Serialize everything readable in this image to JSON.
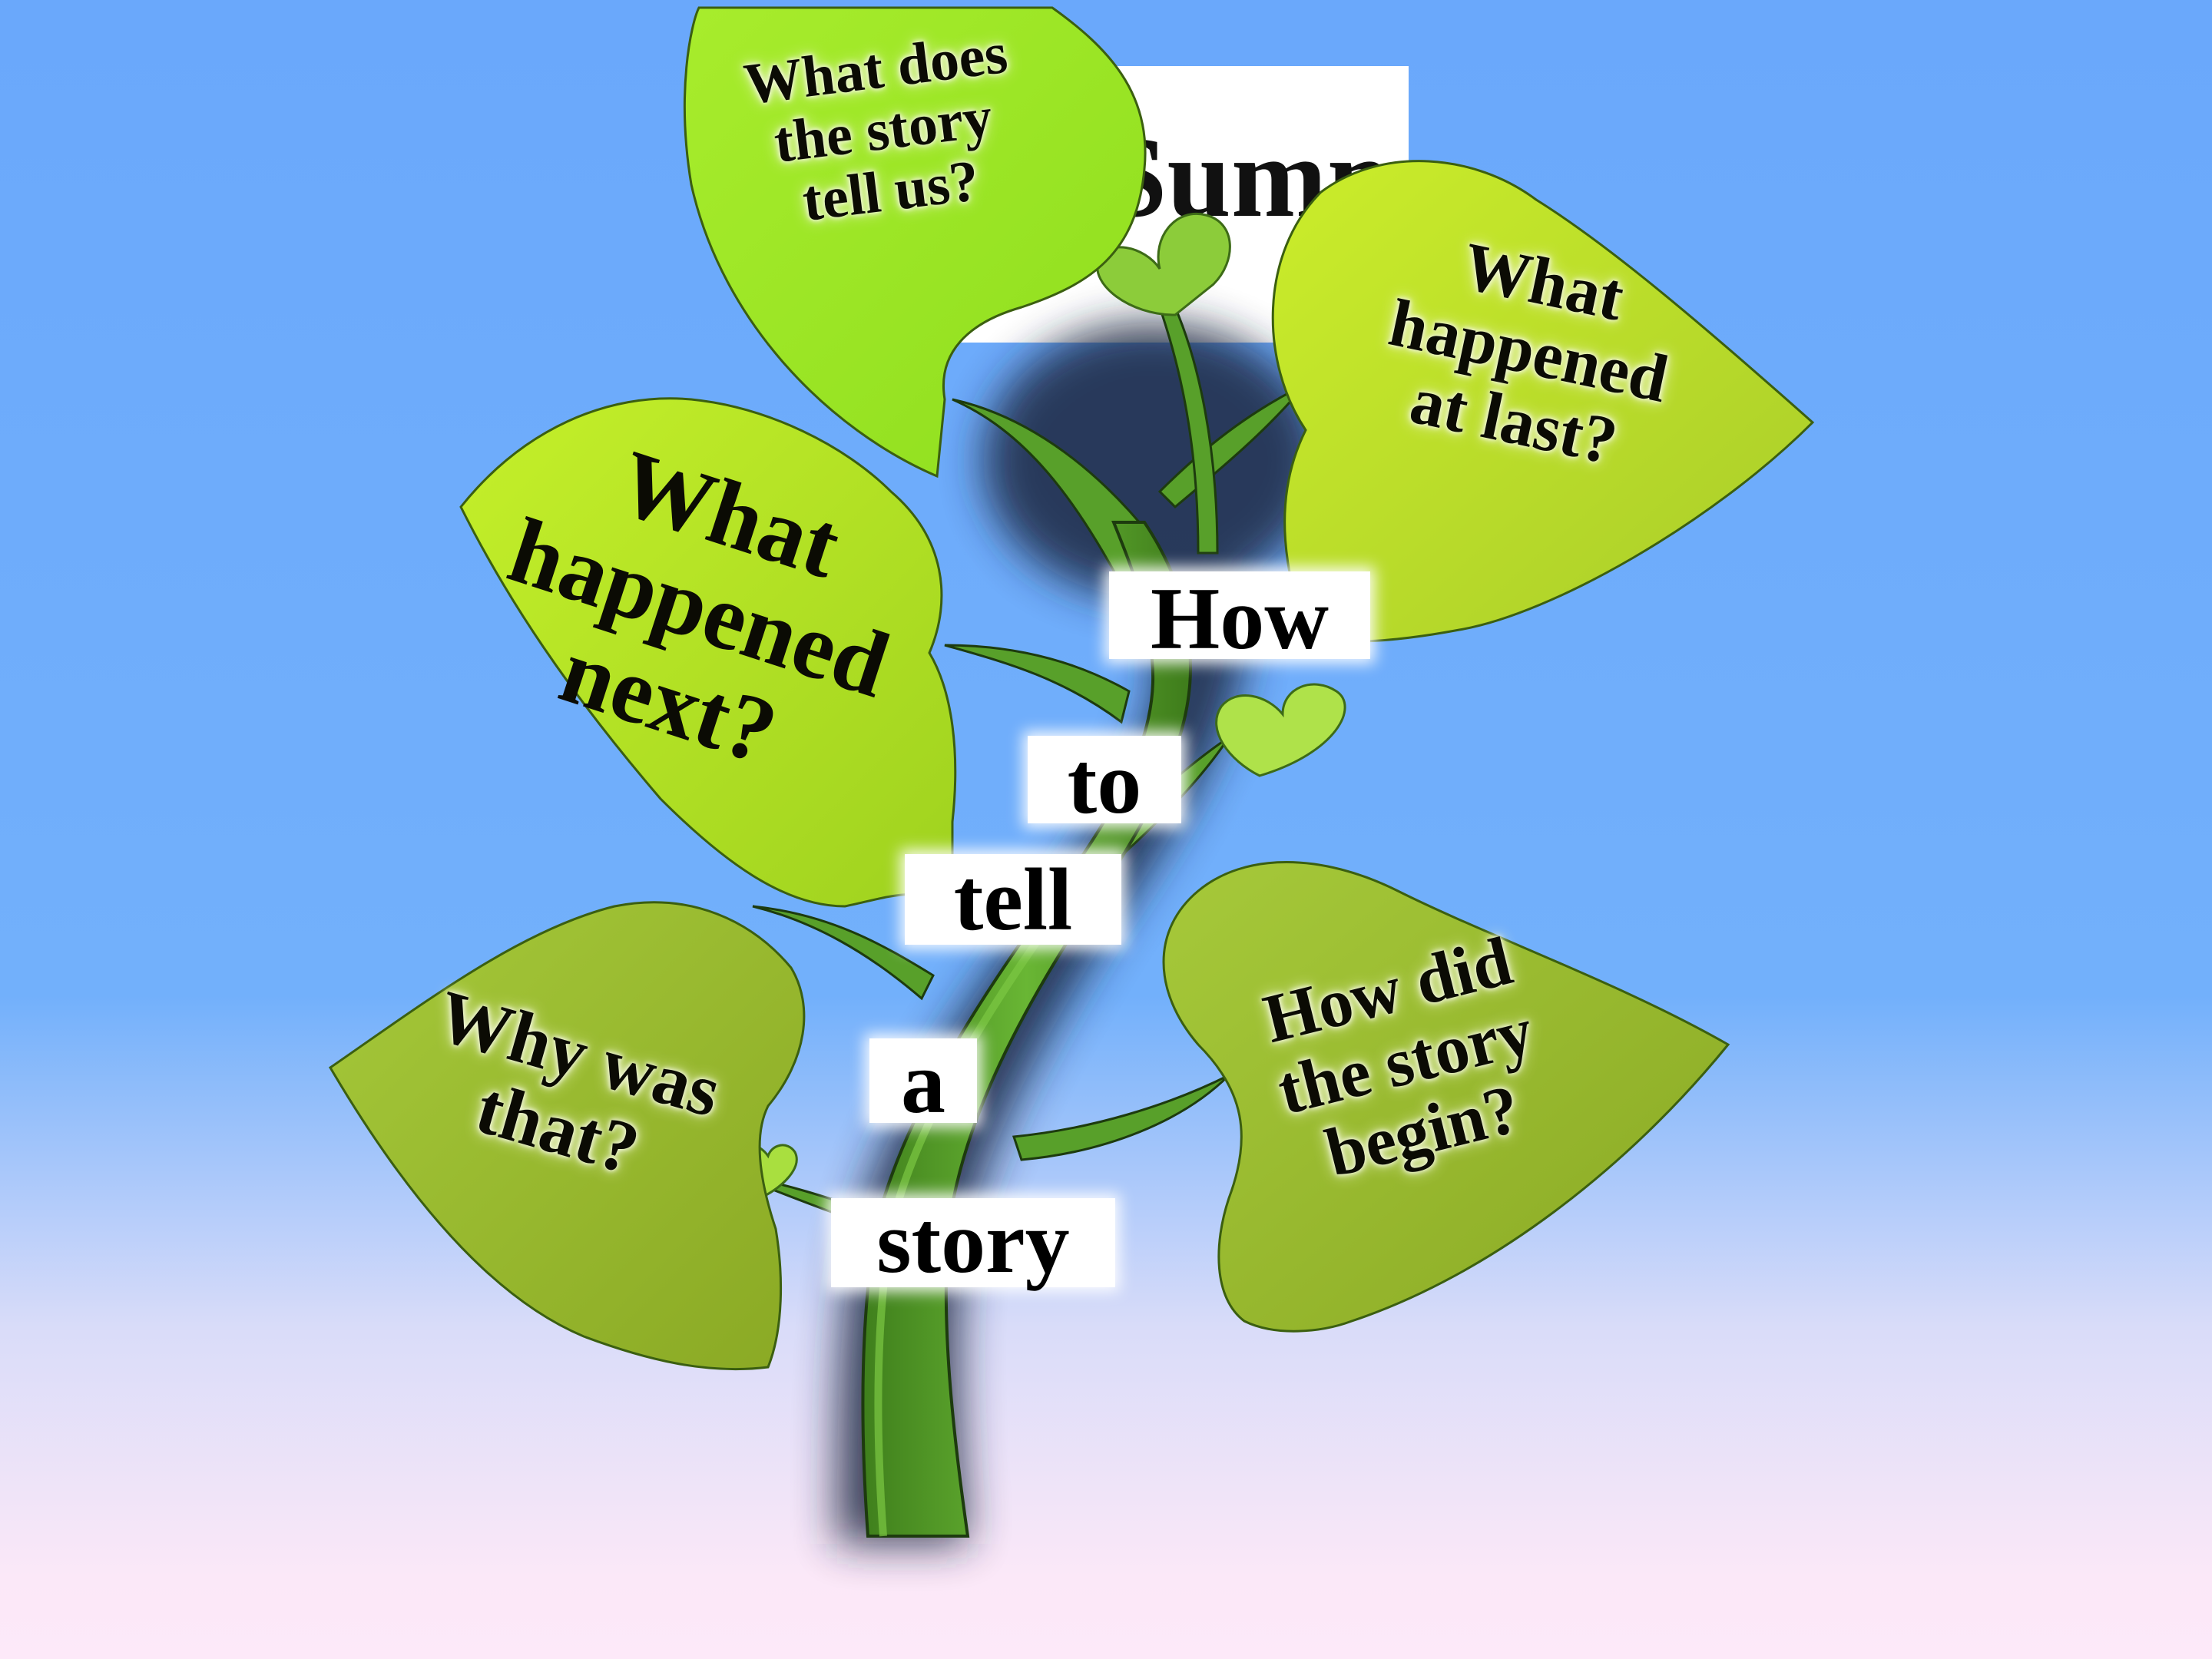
{
  "title": {
    "text": "Summary"
  },
  "stem_words": [
    "How",
    "to",
    "tell",
    "a",
    "story"
  ],
  "leaves": {
    "top_left": "What does\nthe story\ntell us?",
    "top_right": "What\nhappened\nat last?",
    "middle_left": "What\nhappened\nnext?",
    "bottom_left": "Why was\nthat?",
    "bottom_right": "How did\nthe story\nbegin?"
  },
  "colors": {
    "stem": "#58a02a",
    "leaf_bright": "#b6e823",
    "leaf_olive": "#9cba2c",
    "shadow": "#2d3a55"
  }
}
